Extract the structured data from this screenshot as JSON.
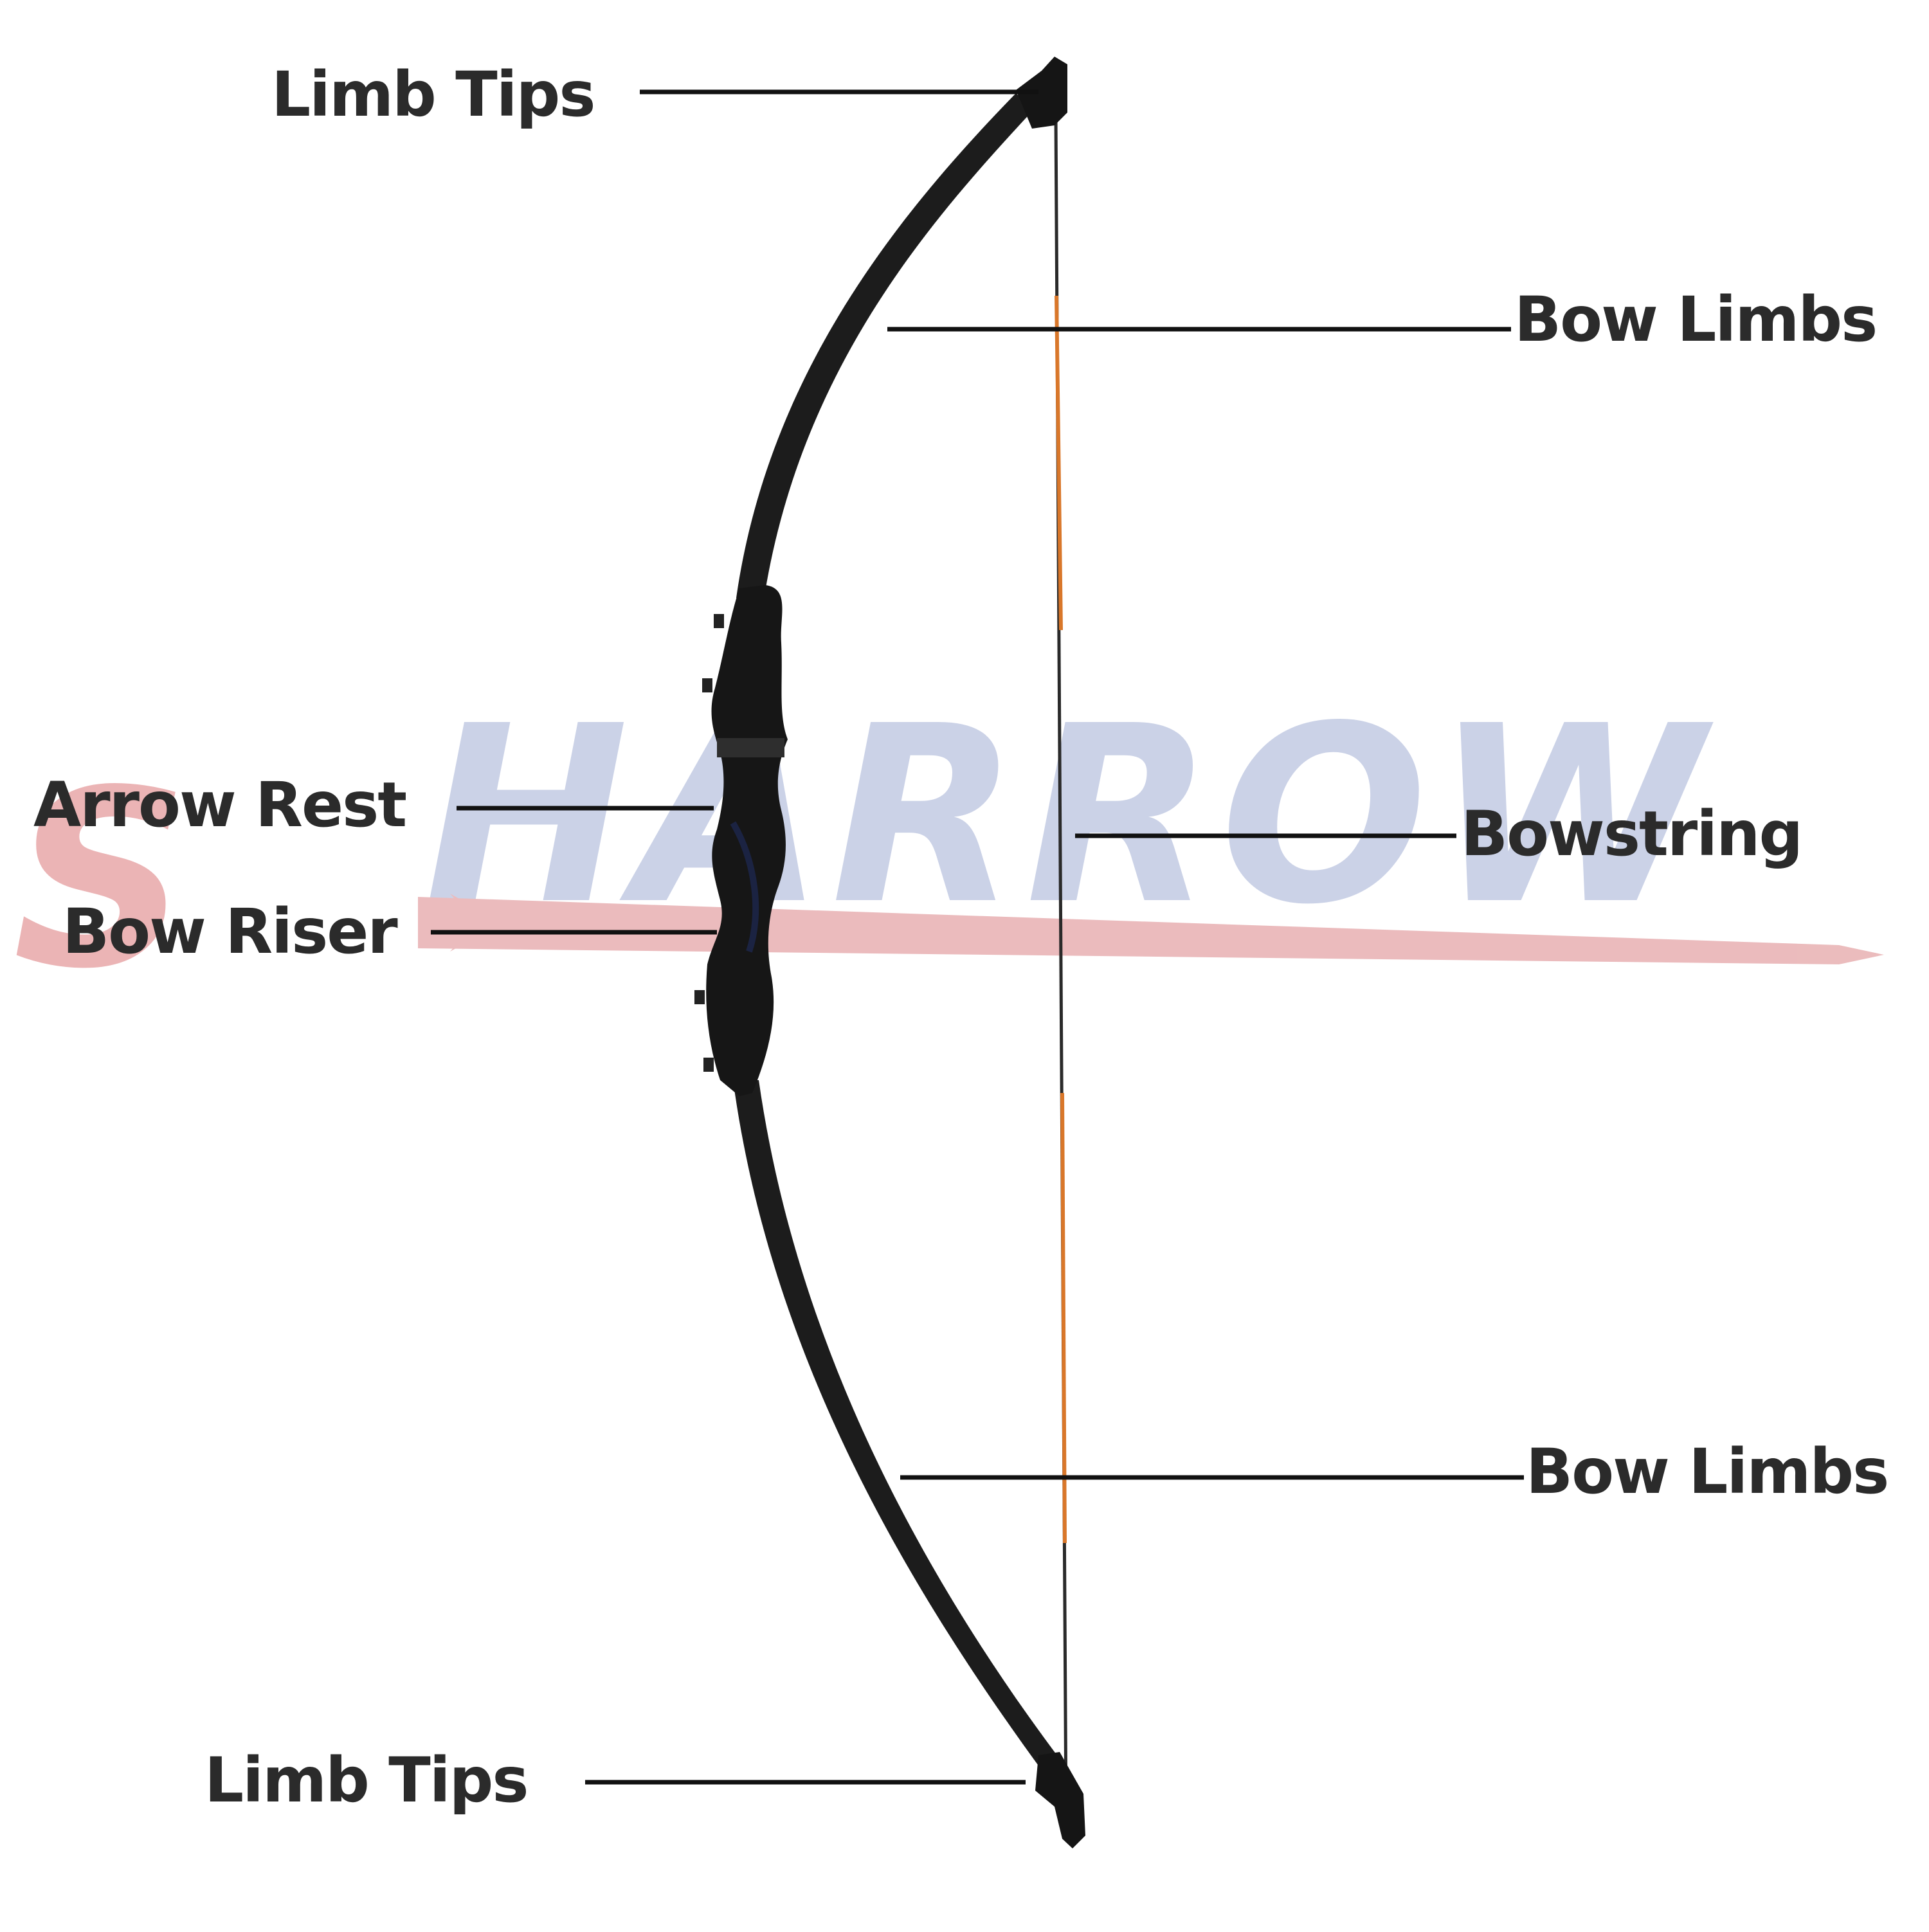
{
  "watermark": {
    "first_letter": "S",
    "rest": "HARROW",
    "first_color": "#e8a7a9",
    "rest_color": "#c3cbe3"
  },
  "labels": {
    "limb_tips_top": "Limb Tips",
    "bow_limbs_top": "Bow Limbs",
    "arrow_rest": "Arrow Rest",
    "bowstring": "Bowstring",
    "bow_riser": "Bow Riser",
    "bow_limbs_bottom": "Bow Limbs",
    "limb_tips_bottom": "Limb Tips"
  },
  "colors": {
    "label_text": "#2b2b2b",
    "leader_line": "#111111",
    "bow_body": "#1c1c1c",
    "string_serving": "#d9772a"
  }
}
